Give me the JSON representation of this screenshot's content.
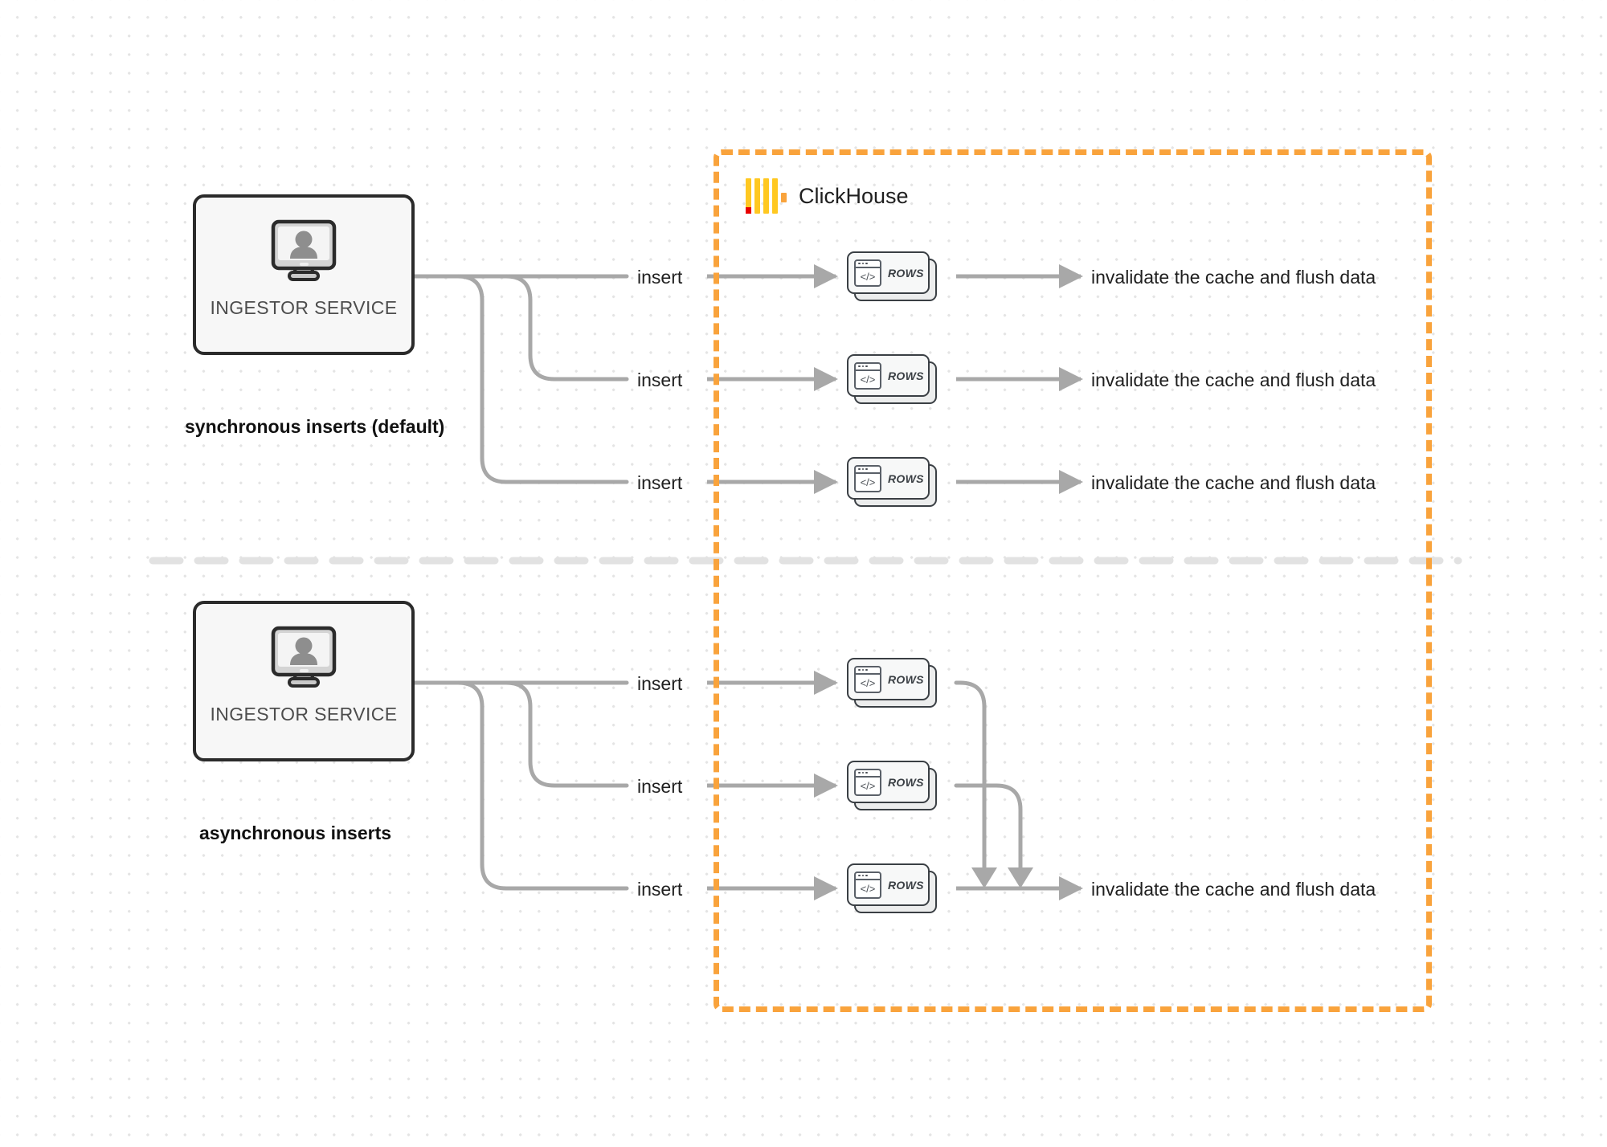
{
  "diagram": {
    "title": "ClickHouse synchronous vs asynchronous inserts",
    "background_color": "#ffffff",
    "dot_grid_color": "#e4e4e4",
    "divider_color": "#e2e2e2",
    "connector_color": "#a8a8a8"
  },
  "clickhouse": {
    "name": "ClickHouse",
    "logo_name": "clickhouse-logo-icon",
    "border_color": "#f9a33c",
    "logo_bar_color": "#ffc821",
    "logo_accent_color": "#e80000"
  },
  "sections": [
    {
      "id": "synchronous",
      "caption": "synchronous inserts (default)",
      "service": {
        "label": "INGESTOR SERVICE",
        "icon": "monitor-user-icon"
      },
      "flows": [
        {
          "insert_label": "insert",
          "card_label": "ROWS",
          "result_label": "invalidate the cache and flush data"
        },
        {
          "insert_label": "insert",
          "card_label": "ROWS",
          "result_label": "invalidate the cache and flush data"
        },
        {
          "insert_label": "insert",
          "card_label": "ROWS",
          "result_label": "invalidate the cache and flush data"
        }
      ]
    },
    {
      "id": "asynchronous",
      "caption": "asynchronous inserts",
      "service": {
        "label": "INGESTOR SERVICE",
        "icon": "monitor-user-icon"
      },
      "flows": [
        {
          "insert_label": "insert",
          "card_label": "ROWS"
        },
        {
          "insert_label": "insert",
          "card_label": "ROWS"
        },
        {
          "insert_label": "insert",
          "card_label": "ROWS"
        }
      ],
      "merged_result_label": "invalidate the cache and flush data"
    }
  ]
}
